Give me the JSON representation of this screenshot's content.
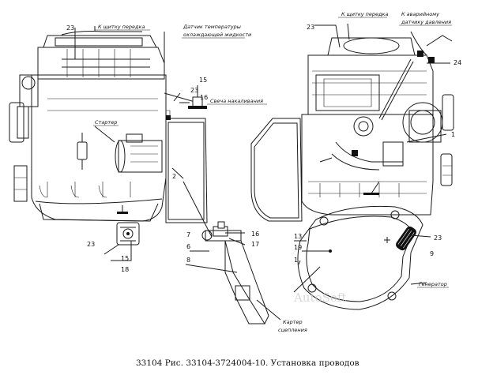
{
  "caption": "33104 Рис. 33104-3724004-10. Установка проводов",
  "watermark": "AutoSoft",
  "callouts": {
    "n23_a": "23",
    "n15_a": "15",
    "n18_a": "18",
    "n2": "2",
    "n23_b": "23",
    "n15_b": "15",
    "n16_b": "16",
    "n7": "7",
    "n6": "6",
    "n8": "8",
    "n16_c": "16",
    "n17": "17",
    "n23_c": "23",
    "n24": "24",
    "n1_a": "1",
    "n13": "13",
    "n19": "19",
    "n1_b": "1",
    "n23_d": "23",
    "n9": "9"
  },
  "labels": {
    "to_shield_left": "К щитку передка",
    "coolant_sensor_line1": "Датчик температуры",
    "coolant_sensor_line2": "охлаждающей жидкости",
    "glow_plug": "Свеча накаливания",
    "starter": "Стартер",
    "to_shield_right": "К щитку передка",
    "emergency_line1": "К аварийному",
    "emergency_line2": "датчику давления",
    "generator": "Генератор",
    "clutch_line1": "Картер",
    "clutch_line2": "сцепления"
  }
}
